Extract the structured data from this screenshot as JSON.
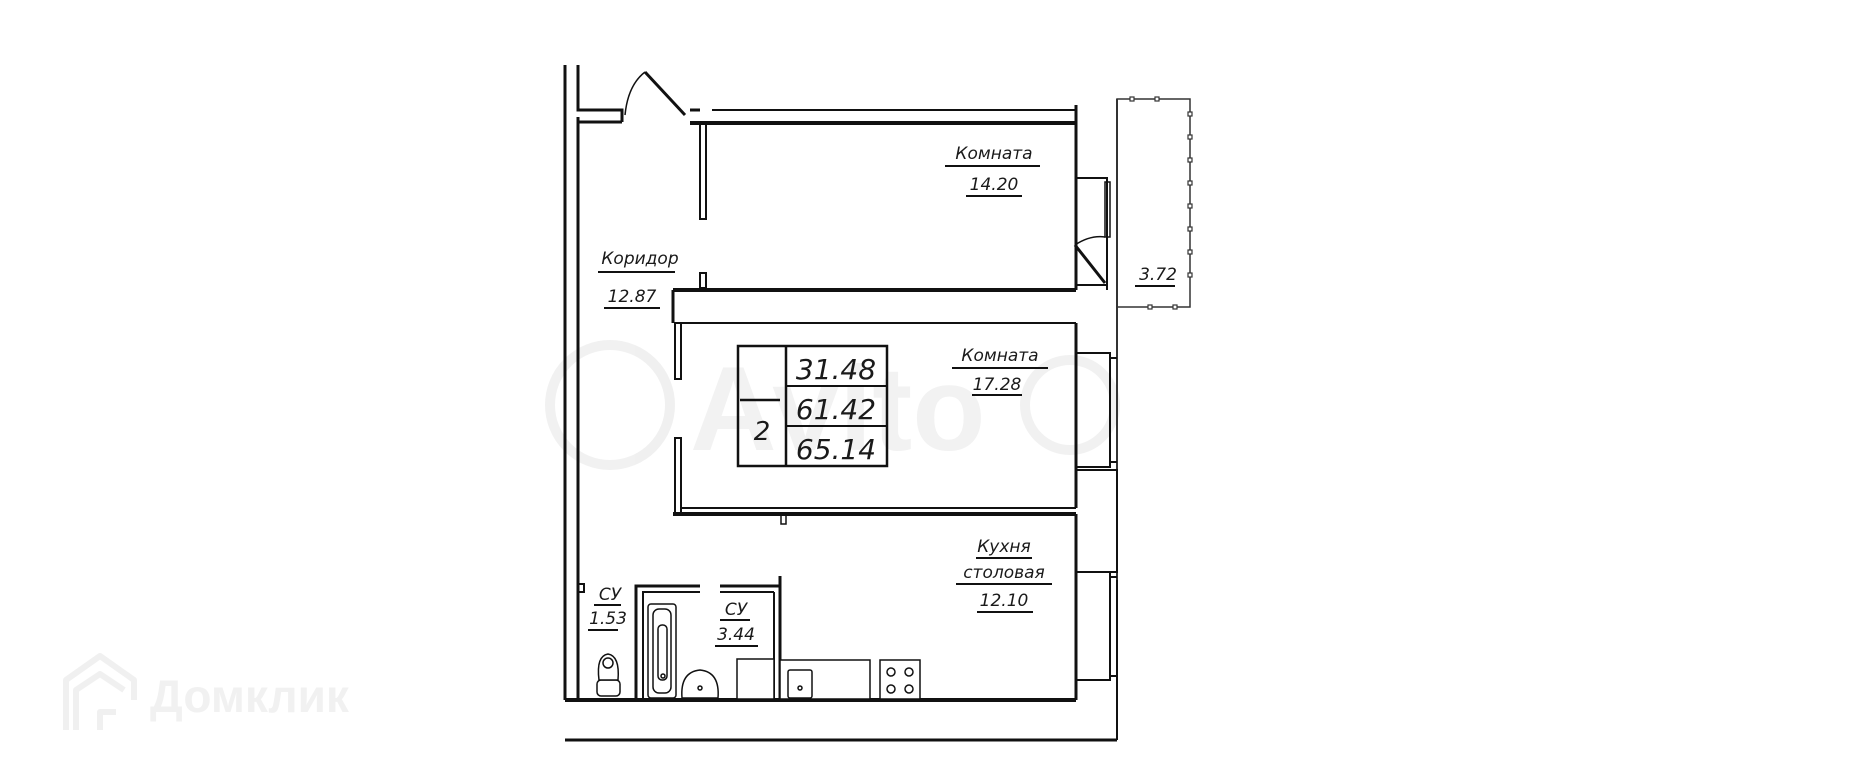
{
  "watermarks": {
    "bottom_left": "Домклик",
    "center": "Avito"
  },
  "rooms": [
    {
      "id": "room-1",
      "name": "Комната",
      "area": "14.20"
    },
    {
      "id": "corridor",
      "name": "Коридор",
      "area": "12.87"
    },
    {
      "id": "room-2",
      "name": "Комната",
      "area": "17.28"
    },
    {
      "id": "kitchen",
      "name_line1": "Кухня",
      "name_line2": "столовая",
      "area": "12.10"
    },
    {
      "id": "wc-1",
      "name": "СУ",
      "area": "1.53"
    },
    {
      "id": "wc-2",
      "name": "СУ",
      "area": "3.44"
    },
    {
      "id": "balcony",
      "area": "3.72"
    }
  ],
  "summary": {
    "rooms_count": "2",
    "living_area": "31.48",
    "total_area": "61.42",
    "total_area_with_balcony": "65.14"
  },
  "colors": {
    "wall": "#111111",
    "background": "#ffffff",
    "watermark": "#f0f0f0"
  }
}
